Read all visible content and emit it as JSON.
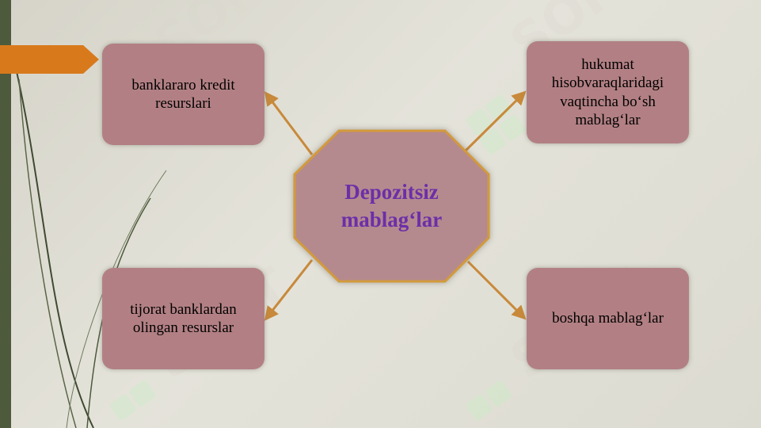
{
  "diagram": {
    "center": {
      "label": "Depozitsiz mablag‘lar"
    },
    "nodes": [
      {
        "id": "top-left",
        "label": "banklararo kredit resurslari"
      },
      {
        "id": "top-right",
        "label": "hukumat hisobvaraqlaridagi vaqtincha bo‘sh mablag‘lar"
      },
      {
        "id": "bottom-left",
        "label": "tijorat banklardan olingan resurslar"
      },
      {
        "id": "bottom-right",
        "label": "boshqa mablag‘lar"
      }
    ]
  },
  "colors": {
    "node_fill": "#b28084",
    "center_fill": "#b58a8e",
    "center_border": "#d39a3c",
    "center_text": "#6c2fa8",
    "connector": "#c8893a",
    "left_bar": "#4d5a3c",
    "accent_tab": "#d87a1c",
    "background": "#e0dfd5"
  },
  "watermark": {
    "text": "SOFT"
  }
}
